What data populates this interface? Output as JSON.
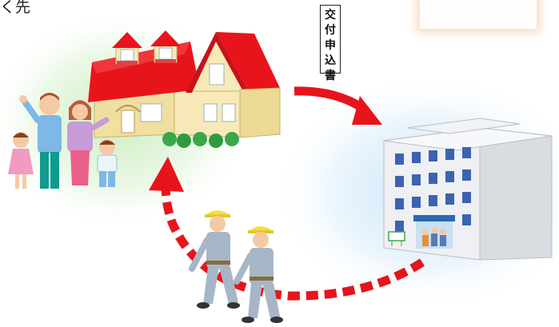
{
  "corner_text": "く先",
  "sign": {
    "chars": [
      "交",
      "付",
      "申",
      "込",
      "書"
    ]
  },
  "colors": {
    "roof": "#e8141c",
    "house_wall": "#f3e4a6",
    "arrow": "#e8141c",
    "building": "#e9ecef",
    "window": "#3c63b0",
    "green_glow": "#cdeec2",
    "blue_glow": "#cfe6f8"
  },
  "icons": [
    "house-icon",
    "family-icon",
    "office-building-icon",
    "worker-icon",
    "curved-arrow-icon",
    "dashed-arrow-icon"
  ]
}
